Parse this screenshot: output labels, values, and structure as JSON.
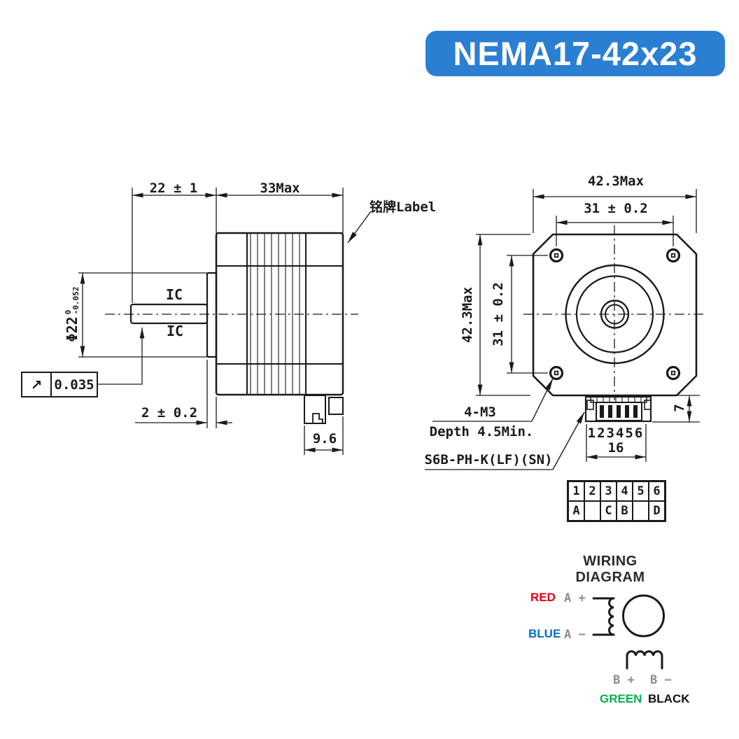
{
  "badge": {
    "text": "NEMA17-42x23",
    "bg_color": "#2b7fd3",
    "text_color": "#ffffff"
  },
  "side_view": {
    "dim_shaft_length": "22 ± 1",
    "dim_body_length": "33Max",
    "label_nameplate": "铭牌Label",
    "shaft_mark_top": "IC",
    "shaft_mark_bottom": "IC",
    "dim_shaft_dia": "Φ22",
    "dim_shaft_dia_tol_upper": "0",
    "dim_shaft_dia_tol_lower": "-0.052",
    "runout_symbol": "↗",
    "runout_value": "0.035",
    "dim_pilot_height": "2 ± 0.2",
    "dim_connector_width": "9.6"
  },
  "front_view": {
    "dim_body_width": "42.3Max",
    "dim_hole_pitch_h": "31 ± 0.2",
    "dim_body_height": "42.3Max",
    "dim_hole_pitch_v": "31 ± 0.2",
    "note_holes": "4-M3",
    "note_depth": "Depth 4.5Min.",
    "note_connector": "S6B-PH-K(LF)(SN)",
    "pin_numbers": "123456",
    "dim_connector_pitch": "16",
    "dim_connector_height": "7"
  },
  "pin_table": {
    "row1": [
      "1",
      "2",
      "3",
      "4",
      "5",
      "6"
    ],
    "row2": [
      "A",
      "",
      "C",
      "B",
      "",
      "D"
    ]
  },
  "wiring": {
    "title": "WIRING DIAGRAM",
    "red_label": "RED",
    "blue_label": "BLUE",
    "green_label": "GREEN",
    "black_label": "BLACK",
    "a_plus": "A +",
    "a_minus": "A −",
    "b_plus": "B +",
    "b_minus": "B −",
    "red_color": "#e60012",
    "blue_color": "#0070c0",
    "green_color": "#00b050",
    "black_color": "#111111",
    "terminal_color": "#8c8c8c"
  },
  "colors": {
    "line": "#1a1a1a",
    "background": "#ffffff"
  }
}
